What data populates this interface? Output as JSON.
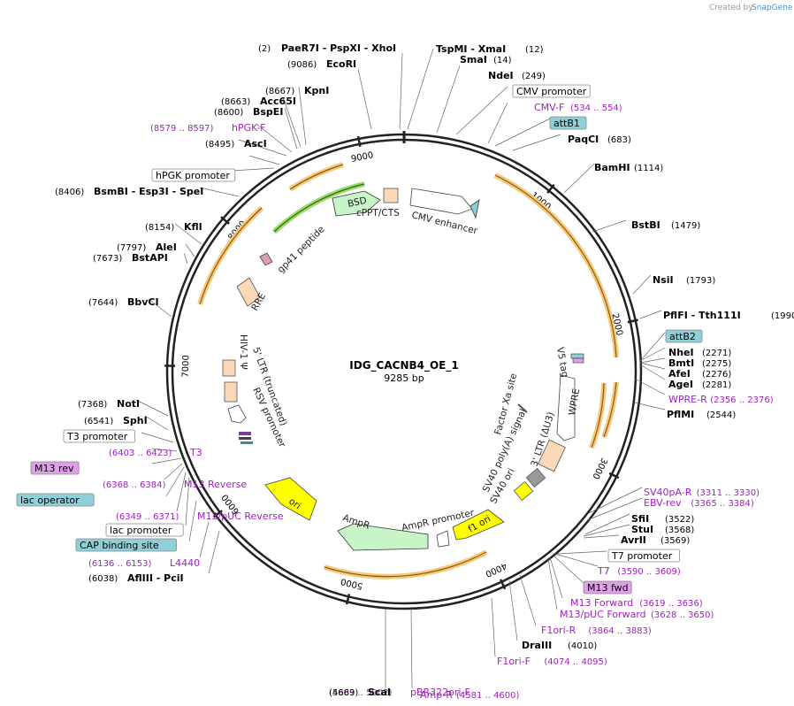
{
  "credit": {
    "prefix": "Created by",
    "brand": "SnapGene"
  },
  "plasmid": {
    "name": "IDG_CACNB4_OE_1",
    "size": "9285 bp",
    "length": 9285
  },
  "ticks": [
    "1000",
    "2000",
    "3000",
    "4000",
    "5000",
    "6000",
    "7000",
    "8000",
    "9000"
  ],
  "right_labels": [
    {
      "pos": "(12)",
      "name": "TspMI  - XmaI",
      "style": "enz"
    },
    {
      "pos": "(14)",
      "name": "SmaI",
      "style": "enz"
    },
    {
      "pos": "(249)",
      "name": "NdeI",
      "style": "enz"
    },
    {
      "pos": "",
      "name": "CMV promoter",
      "style": "box"
    },
    {
      "pos": "(534 .. 554)",
      "name": "CMV-F",
      "style": "primer"
    },
    {
      "pos": "",
      "name": "attB1",
      "style": "tealbox"
    },
    {
      "pos": "(683)",
      "name": "PaqCI",
      "style": "enz"
    },
    {
      "pos": "(1114)",
      "name": "BamHI",
      "style": "enz"
    },
    {
      "pos": "(1479)",
      "name": "BstBI",
      "style": "enz"
    },
    {
      "pos": "(1793)",
      "name": "NsiI",
      "style": "enz"
    },
    {
      "pos": "(1990)",
      "name": "PflFI  - Tth111I",
      "style": "enz"
    },
    {
      "pos": "",
      "name": "attB2",
      "style": "tealbox"
    },
    {
      "pos": "(2271)",
      "name": "NheI",
      "style": "enz"
    },
    {
      "pos": "(2275)",
      "name": "BmtI",
      "style": "enz"
    },
    {
      "pos": "(2276)",
      "name": "AfeI",
      "style": "enz"
    },
    {
      "pos": "(2281)",
      "name": "AgeI",
      "style": "enz"
    },
    {
      "pos": "(2356 .. 2376)",
      "name": "WPRE-R",
      "style": "primer"
    },
    {
      "pos": "(2544)",
      "name": "PflMI",
      "style": "enz"
    },
    {
      "pos": "(3311 .. 3330)",
      "name": "SV40pA-R",
      "style": "primer"
    },
    {
      "pos": "(3365 .. 3384)",
      "name": "EBV-rev",
      "style": "primer"
    },
    {
      "pos": "(3522)",
      "name": "SfiI",
      "style": "enz"
    },
    {
      "pos": "(3568)",
      "name": "StuI",
      "style": "enz"
    },
    {
      "pos": "(3569)",
      "name": "AvrII",
      "style": "enz"
    },
    {
      "pos": "",
      "name": "T7 promoter",
      "style": "box"
    },
    {
      "pos": "(3590 .. 3609)",
      "name": "T7",
      "style": "primer"
    },
    {
      "pos": "",
      "name": "M13 fwd",
      "style": "pinkbox"
    },
    {
      "pos": "(3619 .. 3636)",
      "name": "M13 Forward",
      "style": "primer"
    },
    {
      "pos": "(3628 .. 3650)",
      "name": "M13/pUC Forward",
      "style": "primer"
    },
    {
      "pos": "(3864 .. 3883)",
      "name": "F1ori-R",
      "style": "primer"
    },
    {
      "pos": "(4010)",
      "name": "DraIII",
      "style": "enz"
    },
    {
      "pos": "(4074 .. 4095)",
      "name": "F1ori-F",
      "style": "primer"
    },
    {
      "pos": "(4581 .. 4600)",
      "name": "Amp-R",
      "style": "primer"
    }
  ],
  "left_labels": [
    {
      "pos": "(2)",
      "name": "PaeR7I  - PspXI  - XhoI",
      "style": "enz"
    },
    {
      "pos": "(9086)",
      "name": "EcoRI",
      "style": "enz"
    },
    {
      "pos": "(8667)",
      "name": "KpnI",
      "style": "enz"
    },
    {
      "pos": "(8663)",
      "name": "Acc65I",
      "style": "enz"
    },
    {
      "pos": "(8600)",
      "name": "BspEI",
      "style": "enz"
    },
    {
      "pos": "(8579 .. 8597)",
      "name": "hPGK-F",
      "style": "primer"
    },
    {
      "pos": "(8495)",
      "name": "AscI",
      "style": "enz"
    },
    {
      "pos": "",
      "name": "hPGK promoter",
      "style": "box"
    },
    {
      "pos": "(8406)",
      "name": "BsmBI  - Esp3I  - SpeI",
      "style": "enz"
    },
    {
      "pos": "(8154)",
      "name": "KflI",
      "style": "enz"
    },
    {
      "pos": "(7797)",
      "name": "AleI",
      "style": "enz"
    },
    {
      "pos": "(7673)",
      "name": "BstAPI",
      "style": "enz"
    },
    {
      "pos": "(7644)",
      "name": "BbvCI",
      "style": "enz"
    },
    {
      "pos": "(7368)",
      "name": "NotI",
      "style": "enz"
    },
    {
      "pos": "(6541)",
      "name": "SphI",
      "style": "enz"
    },
    {
      "pos": "",
      "name": "T3 promoter",
      "style": "box"
    },
    {
      "pos": "(6403 .. 6423)",
      "name": "T3",
      "style": "primer"
    },
    {
      "pos": "",
      "name": "M13 rev",
      "style": "pinkbox"
    },
    {
      "pos": "(6368 .. 6384)",
      "name": "M13 Reverse",
      "style": "primer"
    },
    {
      "pos": "",
      "name": "lac operator",
      "style": "tealbox"
    },
    {
      "pos": "(6349 .. 6371)",
      "name": "M13/pUC Reverse",
      "style": "primer"
    },
    {
      "pos": "",
      "name": "lac promoter",
      "style": "box"
    },
    {
      "pos": "",
      "name": "CAP binding site",
      "style": "tealbox"
    },
    {
      "pos": "(6136 .. 6153)",
      "name": "L4440",
      "style": "primer"
    },
    {
      "pos": "(6038)",
      "name": "AflIII  - PciI",
      "style": "enz"
    },
    {
      "pos": "(5883 .. 5902)",
      "name": "pBR322ori-F",
      "style": "primer"
    },
    {
      "pos": "(4669)",
      "name": "ScaI",
      "style": "enz"
    }
  ],
  "features": {
    "bsd": "BSD",
    "cppt": "cPPT/CTS",
    "cmv_enh": "CMV enhancer",
    "gp41": "gp41 peptide",
    "rre": "RRE",
    "ltr5": "5' LTR (truncated)",
    "hiv": "HIV-1 Ψ",
    "rsv": "RSV promoter",
    "v5": "V5 tag",
    "factorxa": "Factor Xa site",
    "wpre": "WPRE",
    "ltr3": "3' LTR (ΔU3)",
    "sv40pa": "SV40 poly(A) signal",
    "sv40ori": "SV40 ori",
    "f1ori": "f1 ori",
    "amppro": "AmpR promoter",
    "ampr": "AmpR",
    "ori": "ori"
  },
  "colors": {
    "orange_arc": "#f5b041",
    "green_arc": "#7cc34a",
    "ring": "#222222",
    "primer": "#a020c0",
    "teal": "#8fd0d8",
    "pink": "#e0a0e8",
    "peach": "#fbd9b8",
    "yellow": "#ffff00",
    "ampgreen": "#c8f5c8"
  }
}
